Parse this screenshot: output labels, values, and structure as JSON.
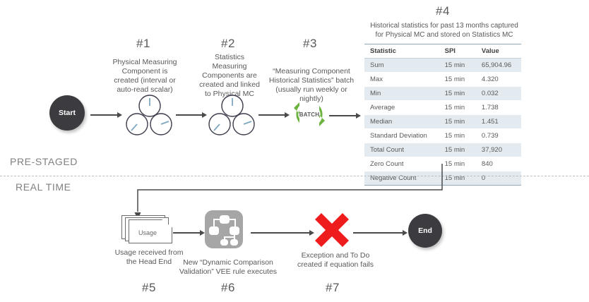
{
  "diagram": {
    "title_steps": {
      "s1": "#1",
      "s2": "#2",
      "s3": "#3",
      "s4": "#4",
      "s5": "#5",
      "s6": "#6",
      "s7": "#7"
    },
    "captions": {
      "c1": "Physical Measuring Component is created (interval or auto-read scalar)",
      "c2": "Statistics Measuring Components are created and linked to Physical MC",
      "c3": "“Measuring Component Historical Statistics” batch (usually run weekly or nightly)",
      "c5": "Usage received from the Head End",
      "c6": "New “Dynamic Comparison Validation” VEE rule executes",
      "c7": "Exception and To Do created if equation fails"
    },
    "lanes": {
      "top": "PRE-STAGED",
      "bottom": "REAL TIME"
    },
    "nodes": {
      "start": "Start",
      "end": "End",
      "batch": "BATCH",
      "usage": "Usage"
    },
    "colors": {
      "terminator": "#3b3b40",
      "batch_green": "#6cb33f",
      "error_red": "#ee1c1c",
      "vee_gray": "#a6a6a6",
      "table_accent": "#8ea9bd",
      "row_alt": "#e3ebf0",
      "text": "#595959"
    }
  },
  "table": {
    "title_line1": "Historical statistics for past 13 months captured",
    "title_line2": "for Physical MC and stored on Statistics MC",
    "columns": [
      "Statistic",
      "SPI",
      "Value"
    ],
    "rows": [
      {
        "statistic": "Sum",
        "spi": "15 min",
        "value": "65,904.96"
      },
      {
        "statistic": "Max",
        "spi": "15 min",
        "value": "4.320"
      },
      {
        "statistic": "Min",
        "spi": "15 min",
        "value": "0.032"
      },
      {
        "statistic": "Average",
        "spi": "15 min",
        "value": "1.738"
      },
      {
        "statistic": "Median",
        "spi": "15 min",
        "value": "1.451"
      },
      {
        "statistic": "Standard Deviation",
        "spi": "15 min",
        "value": "0.739"
      },
      {
        "statistic": "Total Count",
        "spi": "15 min",
        "value": "37,920"
      },
      {
        "statistic": "Zero Count",
        "spi": "15 min",
        "value": "840"
      },
      {
        "statistic": "Negative Count",
        "spi": "15 min",
        "value": "0"
      }
    ]
  }
}
